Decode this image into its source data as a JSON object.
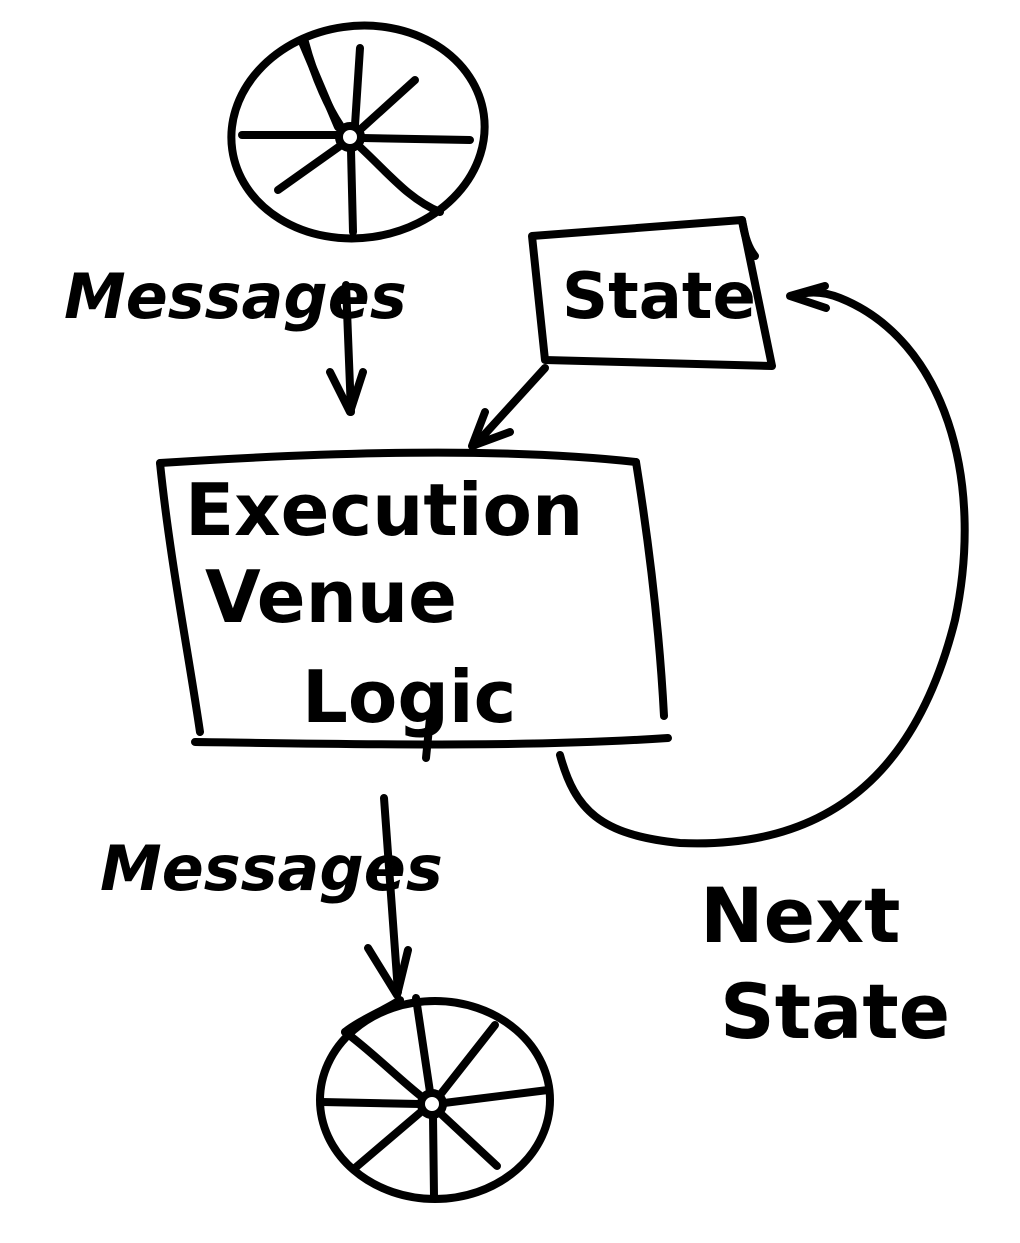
{
  "diagram": {
    "source_label": "Messages",
    "state_label": "State",
    "logic_label_lines": [
      "Execution",
      "Venue",
      "Logic"
    ],
    "output_label": "Messages",
    "next_state_label_lines": [
      "Next",
      "State"
    ]
  },
  "colors": {
    "ink": "#000000",
    "background": "#ffffff"
  },
  "icons": {
    "top_node": "wheel-icon",
    "bottom_node": "wheel-icon"
  }
}
